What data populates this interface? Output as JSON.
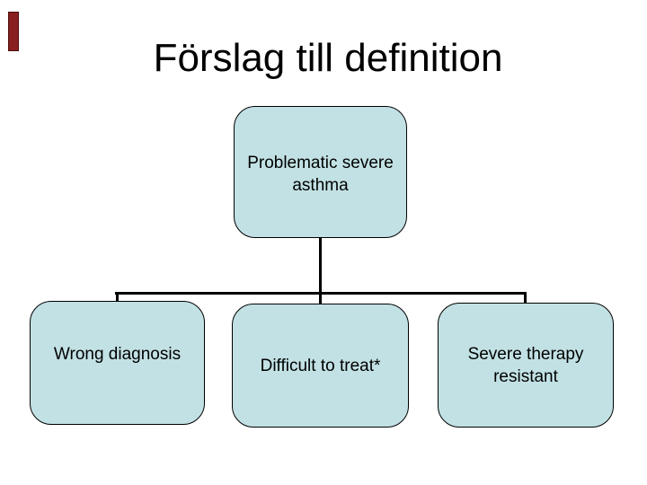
{
  "slide": {
    "title": "Förslag till definition",
    "background_color": "#ffffff",
    "accent_bar_color": "#8a1f1f",
    "diagram": {
      "type": "hierarchy",
      "node_fill_color": "#c2e1e4",
      "node_border_color": "#000000",
      "connector_color": "#000000",
      "root": {
        "label": "Problematic severe asthma"
      },
      "children": [
        {
          "label": "Wrong diagnosis"
        },
        {
          "label": "Difficult to treat*"
        },
        {
          "label": "Severe therapy resistant"
        }
      ]
    }
  }
}
